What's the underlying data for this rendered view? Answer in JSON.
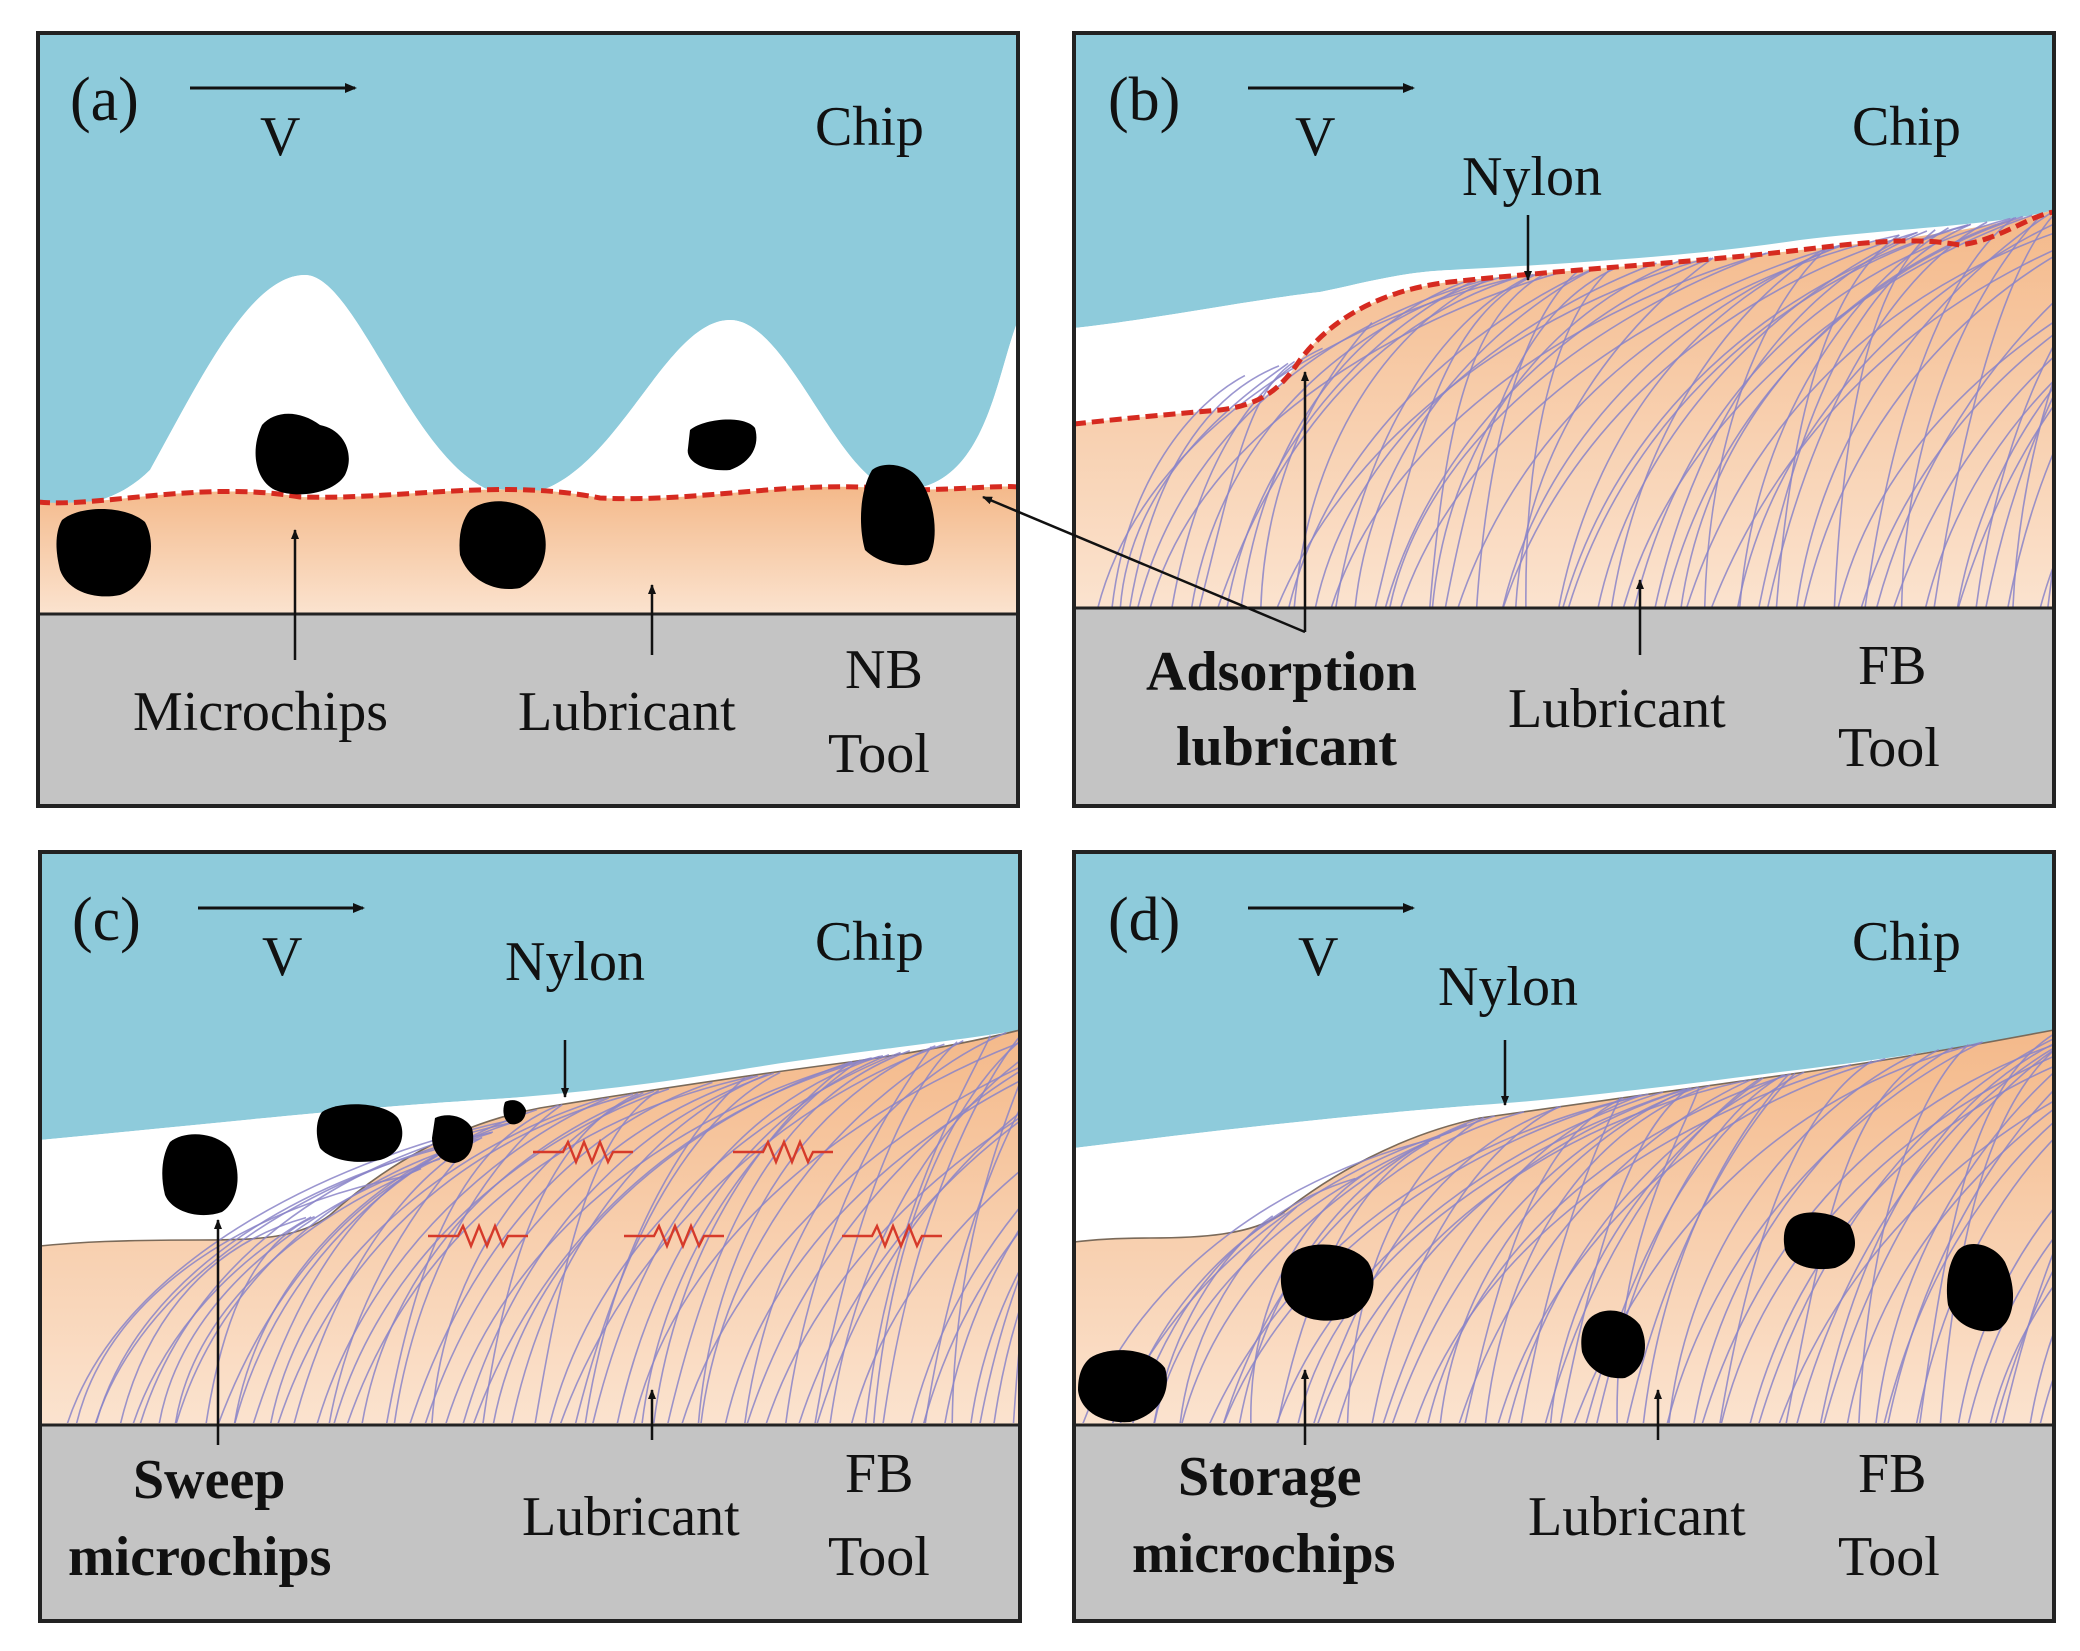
{
  "colors": {
    "chip": "#8ecbdb",
    "void": "#ffffff",
    "lubricant_fill": "#f6c9a2",
    "tool": "#c4c4c4",
    "adsorption_line": "#d62a20",
    "nylon_fiber": "#8a84c8",
    "microchip": "#000000",
    "border": "#222222"
  },
  "velocity_symbol": "V",
  "panels": [
    {
      "id": "a",
      "tag": "(a)",
      "chip_label": "Chip",
      "labels": {
        "microchips": "Microchips",
        "lubricant": "Lubricant",
        "tool_line1": "NB",
        "tool_line2": "Tool"
      }
    },
    {
      "id": "b",
      "tag": "(b)",
      "chip_label": "Chip",
      "labels": {
        "nylon": "Nylon",
        "adsorption_line1": "Adsorption",
        "adsorption_line2": "lubricant",
        "lubricant": "Lubricant",
        "tool_line1": "FB",
        "tool_line2": "Tool"
      }
    },
    {
      "id": "c",
      "tag": "(c)",
      "chip_label": "Chip",
      "labels": {
        "nylon": "Nylon",
        "sweep_line1": "Sweep",
        "sweep_line2": "microchips",
        "lubricant": "Lubricant",
        "tool_line1": "FB",
        "tool_line2": "Tool"
      }
    },
    {
      "id": "d",
      "tag": "(d)",
      "chip_label": "Chip",
      "labels": {
        "nylon": "Nylon",
        "storage_line1": "Storage",
        "storage_line2": "microchips",
        "lubricant": "Lubricant",
        "tool_line1": "FB",
        "tool_line2": "Tool"
      }
    }
  ]
}
